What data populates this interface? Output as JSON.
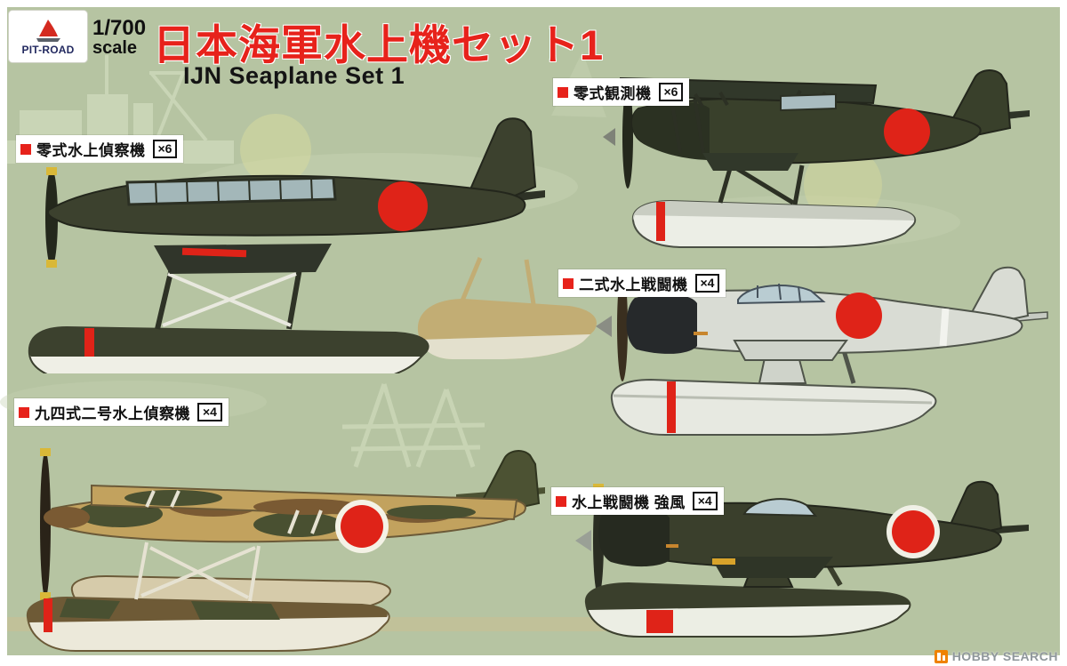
{
  "colors": {
    "background_green": "#b6c4a2",
    "silhouette_green": "#c9d5b6",
    "title_red": "#e7221b",
    "hinomaru_red": "#df2318",
    "dark_green_aircraft": "#3a3f2c",
    "camo_brown": "#7a5a33",
    "camo_tan": "#c2a25e",
    "light_gray_aircraft": "#d9dcd4",
    "label_background": "#ffffff",
    "watermark_orange": "#ef8200"
  },
  "header": {
    "brand": "PIT-ROAD",
    "scale_value": "1/700",
    "scale_word": "scale",
    "title_jp": "日本海軍水上機セット1",
    "title_en": "IJN Seaplane Set 1"
  },
  "aircraft_labels": [
    {
      "name_jp": "零式水上偵察機",
      "quantity": "×6"
    },
    {
      "name_jp": "零式観測機",
      "quantity": "×6"
    },
    {
      "name_jp": "二式水上戦闘機",
      "quantity": "×4"
    },
    {
      "name_jp": "九四式二号水上偵察機",
      "quantity": "×4"
    },
    {
      "name_jp": "水上戦闘機 強風",
      "quantity": "×4"
    }
  ],
  "watermark": {
    "text": "HOBBY SEARCH"
  }
}
